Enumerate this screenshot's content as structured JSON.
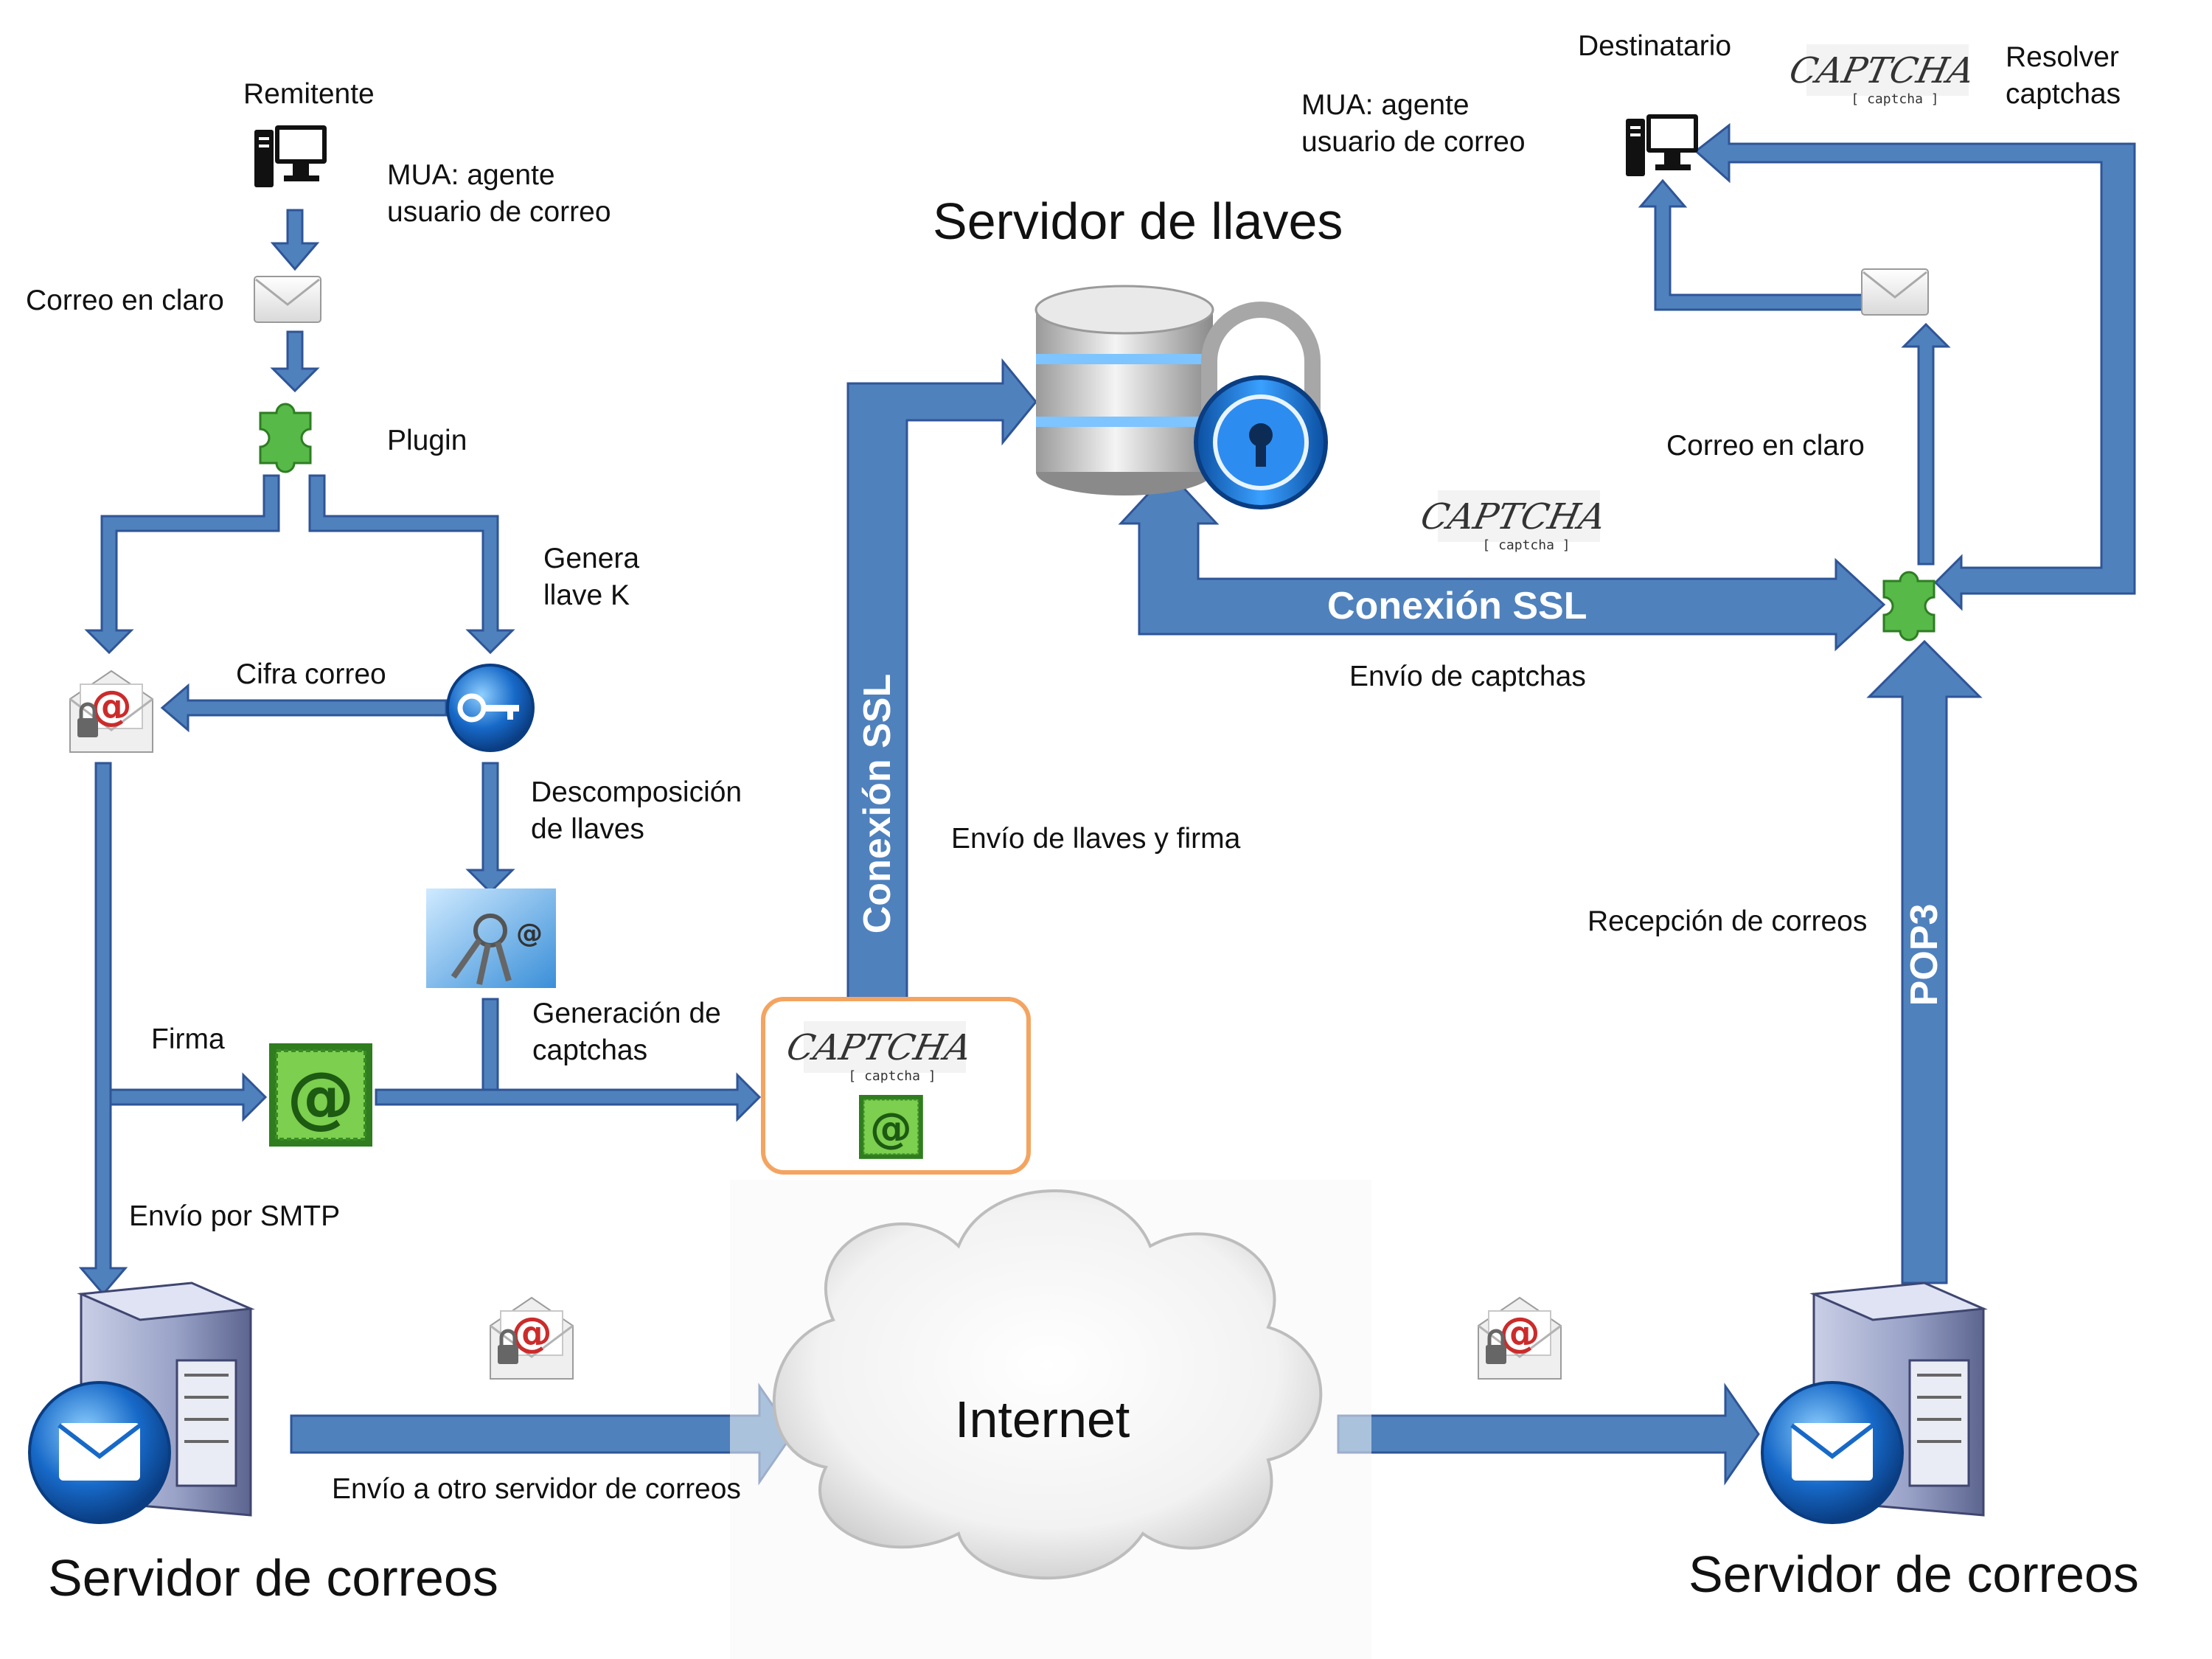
{
  "labels": {
    "remitente": "Remitente",
    "mua_left": "MUA: agente\nusuario de correo",
    "correo_claro_left": "Correo en claro",
    "plugin": "Plugin",
    "genera_llave": "Genera\nllave K",
    "cifra_correo": "Cifra correo",
    "descomposicion": "Descomposición\nde llaves",
    "generacion_captchas": "Generación de\ncaptchas",
    "firma": "Firma",
    "envio_smtp": "Envío por SMTP",
    "envio_otro_servidor": "Envío a otro servidor de correos",
    "servidor_correos_left": "Servidor de correos",
    "internet": "Internet",
    "servidor_correos_right": "Servidor de correos",
    "servidor_llaves": "Servidor de llaves",
    "conexion_ssl_vertical": "Conexión SSL",
    "envio_llaves_firma": "Envío de llaves y firma",
    "conexion_ssl_horizontal": "Conexión SSL",
    "envio_captchas": "Envío de captchas",
    "mua_right": "MUA: agente\nusuario de correo",
    "destinatario": "Destinatario",
    "resolver_captchas": "Resolver\ncaptchas",
    "correo_claro_right": "Correo en claro",
    "recepcion_correos": "Recepción de correos",
    "pop3": "POP3"
  },
  "captcha": {
    "word": "CAPTCHA",
    "sub": "[ captcha ]"
  },
  "icons": {
    "computer": "computer-icon",
    "envelope": "envelope-icon",
    "plugin": "puzzle-piece-icon",
    "locked_mail": "locked-mail-icon",
    "key": "key-icon",
    "keyring": "keyring-icon",
    "stamp": "at-stamp-icon",
    "database": "database-lock-icon",
    "server": "mail-server-icon",
    "cloud": "cloud-icon"
  },
  "colors": {
    "arrow_fill": "#4F81BD",
    "arrow_stroke": "#2F5597",
    "captcha_box": "#F4A460",
    "stamp_green": "#5DB12F"
  }
}
